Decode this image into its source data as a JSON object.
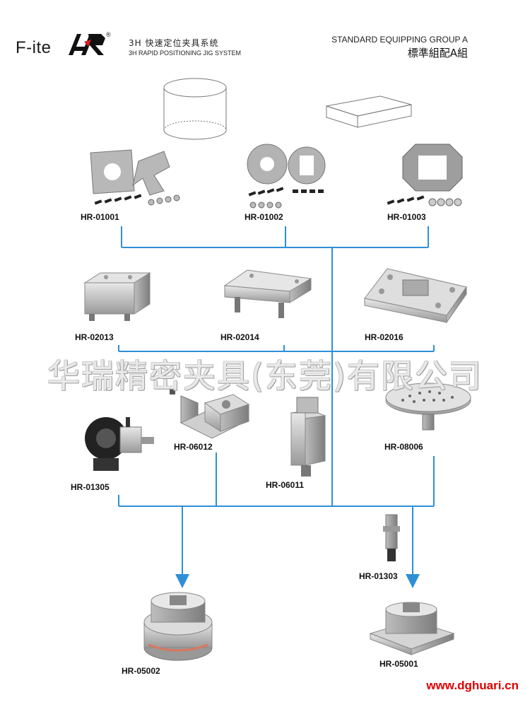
{
  "header": {
    "brand": "F-ite",
    "system_cn": "3H 快速定位夹具系统",
    "system_en": "3H RAPID POSITIONING JIG SYSTEM",
    "group_en": "STANDARD EQUIPPING GROUP A",
    "group_cn": "標準組配A組"
  },
  "parts": {
    "hr01001": "HR-01001",
    "hr01002": "HR-01002",
    "hr01003": "HR-01003",
    "hr02013": "HR-02013",
    "hr02014": "HR-02014",
    "hr02016": "HR-02016",
    "hr01305": "HR-01305",
    "hr06012": "HR-06012",
    "hr06011": "HR-06011",
    "hr08006": "HR-08006",
    "hr01303": "HR-01303",
    "hr05002": "HR-05002",
    "hr05001": "HR-05001"
  },
  "watermark": "华瑞精密夹具(东莞)有限公司",
  "website": "www.dghuari.cn",
  "colors": {
    "connector": "#2f8fd6",
    "website": "#e00000"
  }
}
